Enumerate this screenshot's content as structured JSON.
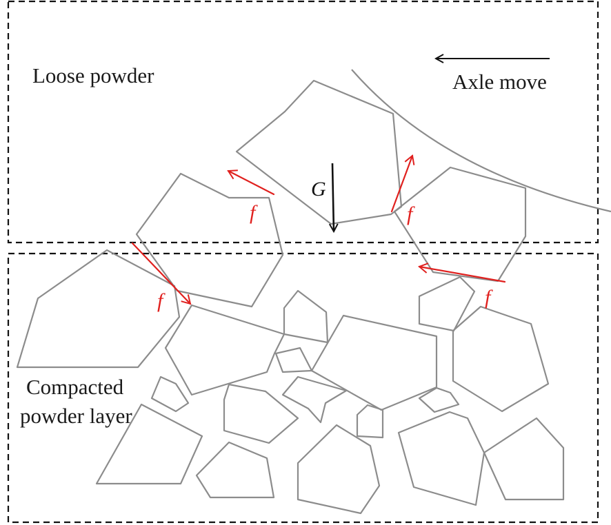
{
  "labels": {
    "loose_powder": "Loose powder",
    "axle_move": "Axle move",
    "compacted_line1": "Compacted",
    "compacted_line2": "powder layer",
    "gravity": "G",
    "friction": "f"
  },
  "colors": {
    "particle_stroke": "#8c8c8c",
    "friction_arrow": "#e0201e",
    "gravity_arrow": "#111111"
  }
}
